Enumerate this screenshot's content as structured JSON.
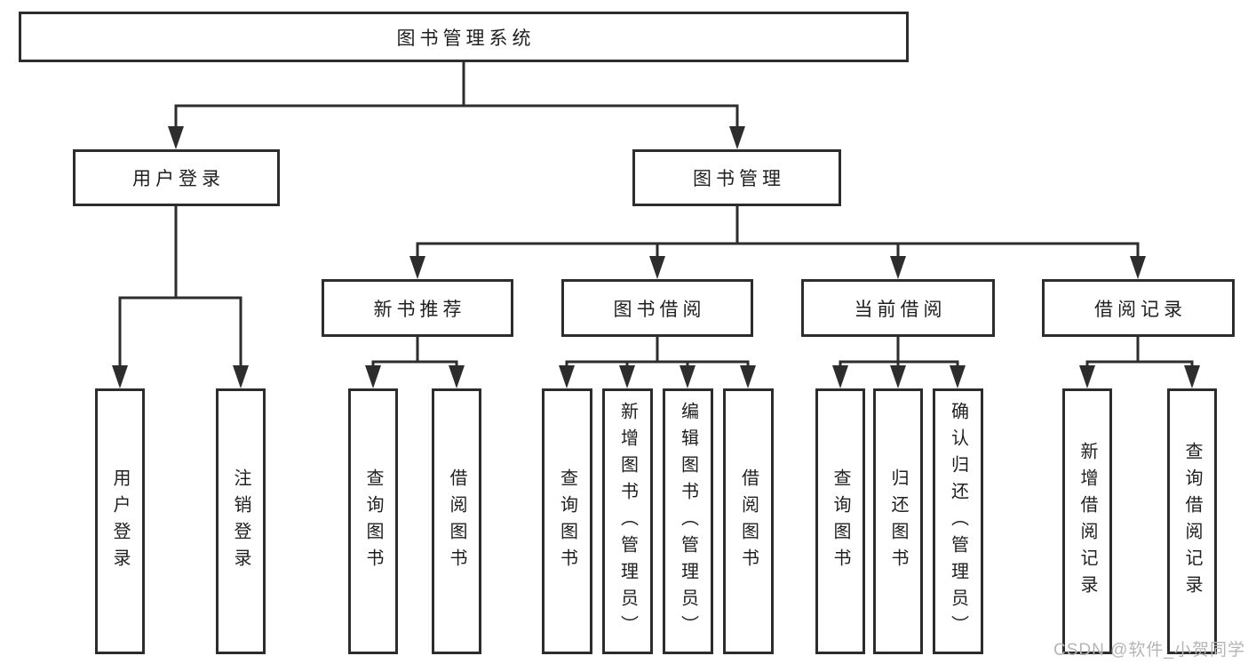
{
  "colors": {
    "line": "#2d2d2d",
    "box_border": "#2d2d2d",
    "text": "#1f1f1f",
    "background": "#ffffff",
    "watermark": "#b5b5b5"
  },
  "watermark": "CSDN @软件_小贺同学",
  "tree": {
    "root": {
      "label": "图书管理系统",
      "children": [
        {
          "label": "用户登录",
          "children": [
            {
              "label": "用户登录"
            },
            {
              "label": "注销登录"
            }
          ]
        },
        {
          "label": "图书管理",
          "children": [
            {
              "label": "新书推荐",
              "children": [
                {
                  "label": "查询图书"
                },
                {
                  "label": "借阅图书"
                }
              ]
            },
            {
              "label": "图书借阅",
              "children": [
                {
                  "label": "查询图书"
                },
                {
                  "label": "新增图书（管理员）"
                },
                {
                  "label": "编辑图书（管理员）"
                },
                {
                  "label": "借阅图书"
                }
              ]
            },
            {
              "label": "当前借阅",
              "children": [
                {
                  "label": "查询图书"
                },
                {
                  "label": "归还图书"
                },
                {
                  "label": "确认归还（管理员）"
                }
              ]
            },
            {
              "label": "借阅记录",
              "children": [
                {
                  "label": "新增借阅记录"
                },
                {
                  "label": "查询借阅记录"
                }
              ]
            }
          ]
        }
      ]
    }
  }
}
